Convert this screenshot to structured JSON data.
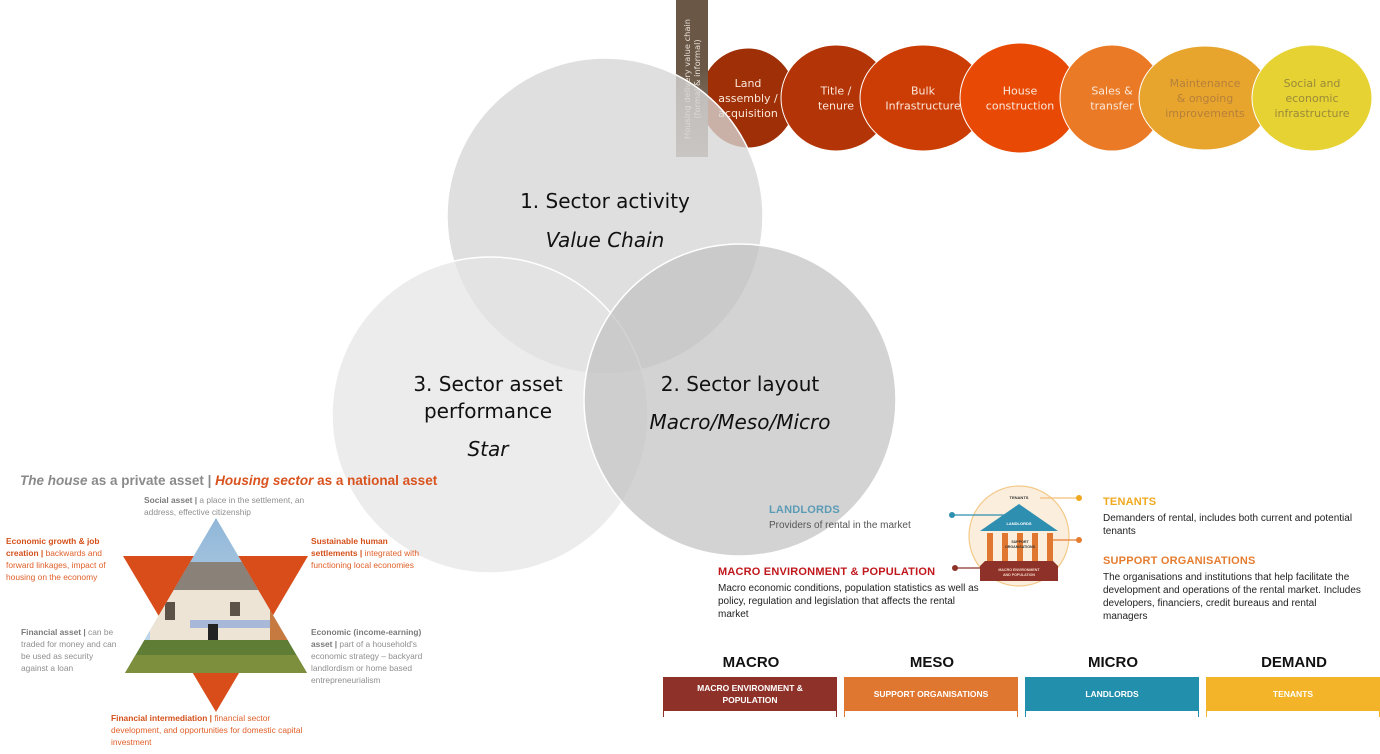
{
  "venn": {
    "circle1": {
      "title": "1. Sector activity",
      "subtitle": "Value Chain"
    },
    "circle2": {
      "title": "2. Sector layout",
      "subtitle": "Macro/Meso/Micro"
    },
    "circle3": {
      "title_line1": "3. Sector asset",
      "title_line2": "performance",
      "subtitle": "Star"
    }
  },
  "value_chain": {
    "side_label_line1": "Housing delivery value chain",
    "side_label_line2": "(formal & informal)",
    "steps": [
      {
        "lines": [
          "Land",
          "assembly /",
          "acquisition"
        ],
        "color": "#9e2f06"
      },
      {
        "lines": [
          "Title /",
          "tenure"
        ],
        "color": "#b33406"
      },
      {
        "lines": [
          "Bulk",
          "Infrastructure"
        ],
        "color": "#cc3d05"
      },
      {
        "lines": [
          "House",
          "construction"
        ],
        "color": "#e84a05"
      },
      {
        "lines": [
          "Sales &",
          "transfer"
        ],
        "color": "#ea7a25"
      },
      {
        "lines": [
          "Maintenance",
          "& ongoing",
          "improvements"
        ],
        "color": "#e8a52e"
      },
      {
        "lines": [
          "Social and",
          "economic",
          "infrastructure"
        ],
        "color": "#e6d232"
      }
    ]
  },
  "star": {
    "title_part1_italic": "The house",
    "title_part1_rest": " as a private asset  |  ",
    "title_part2_italic": "Housing sector",
    "title_part2_rest": " as a national asset",
    "social": {
      "bold": "Social asset |",
      "text": " a place in the settlement, an address, effective citizenship"
    },
    "economic_growth": {
      "bold": "Economic growth & job creation |",
      "text": " backwards and forward linkages, impact of housing on the economy"
    },
    "sustainable": {
      "bold": "Sustainable human settlements |",
      "text": " integrated with functioning local economies"
    },
    "financial_asset": {
      "bold": "Financial asset |",
      "text": " can be traded for money and can be used as security against a loan"
    },
    "economic_income": {
      "bold": "Economic (income-earning) asset |",
      "text": " part of a household's economic strategy – backyard landlordism or home based entrepreneurialism"
    },
    "financial_intermediation": {
      "bold": "Financial intermediation |",
      "text": " financial sector development, and opportunities for domestic capital investment"
    },
    "image_alt": "house-photo"
  },
  "rental": {
    "landlords": {
      "heading": "LANDLORDS",
      "text": "Providers of rental in the market",
      "color": "#5b9bb5"
    },
    "macro_env": {
      "heading": "MACRO ENVIRONMENT & POPULATION",
      "text": "Macro economic conditions, population statistics as well as policy, regulation and legislation that affects the rental market",
      "color": "#c0181d"
    },
    "tenants": {
      "heading": "TENANTS",
      "text": "Demanders of rental, includes both current and potential tenants",
      "color": "#f0a81e"
    },
    "support_orgs": {
      "heading": "SUPPORT ORGANISATIONS",
      "text": "The organisations and institutions that help facilitate the development and operations of the rental market. Includes developers, financiers, credit bureaus and rental managers",
      "color": "#e57d30"
    },
    "temple": {
      "roof_label": "LANDLORDS",
      "top_label": "TENANTS",
      "pillars_label_line1": "SUPPORT",
      "pillars_label_line2": "ORGANISATIONS",
      "base_label_line1": "MACRO ENVIRONMENT",
      "base_label_line2": "AND POPULATION"
    }
  },
  "columns": [
    {
      "heading": "MACRO",
      "box_line1": "MACRO ENVIRONMENT &",
      "box_line2": "POPULATION",
      "color": "#8e3229"
    },
    {
      "heading": "MESO",
      "box_line1": "SUPPORT ORGANISATIONS",
      "box_line2": "",
      "color": "#e07731"
    },
    {
      "heading": "MICRO",
      "box_line1": "LANDLORDS",
      "box_line2": "",
      "color": "#2290ad"
    },
    {
      "heading": "DEMAND",
      "box_line1": "TENANTS",
      "box_line2": "",
      "color": "#f4b42a"
    }
  ]
}
